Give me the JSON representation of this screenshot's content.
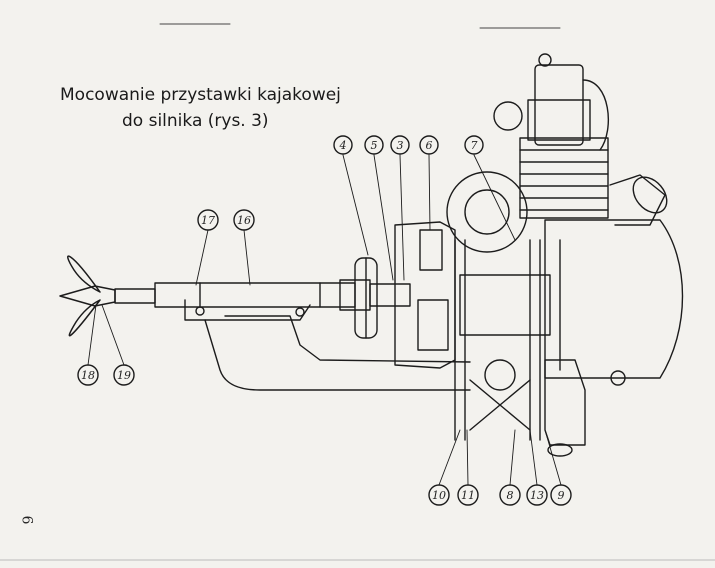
{
  "title": {
    "line1": "Mocowanie przystawki kajakowej",
    "line2": "do silnika (rys. 3)"
  },
  "page_number": "6",
  "callouts": [
    {
      "id": "c4",
      "label": "4"
    },
    {
      "id": "c5",
      "label": "5"
    },
    {
      "id": "c3",
      "label": "3"
    },
    {
      "id": "c6",
      "label": "6"
    },
    {
      "id": "c7",
      "label": "7"
    },
    {
      "id": "c17",
      "label": "17"
    },
    {
      "id": "c16",
      "label": "16"
    },
    {
      "id": "c18",
      "label": "18"
    },
    {
      "id": "c19",
      "label": "19"
    },
    {
      "id": "c10",
      "label": "10"
    },
    {
      "id": "c11",
      "label": "11"
    },
    {
      "id": "c8",
      "label": "8"
    },
    {
      "id": "c13",
      "label": "13"
    },
    {
      "id": "c9",
      "label": "9"
    }
  ]
}
